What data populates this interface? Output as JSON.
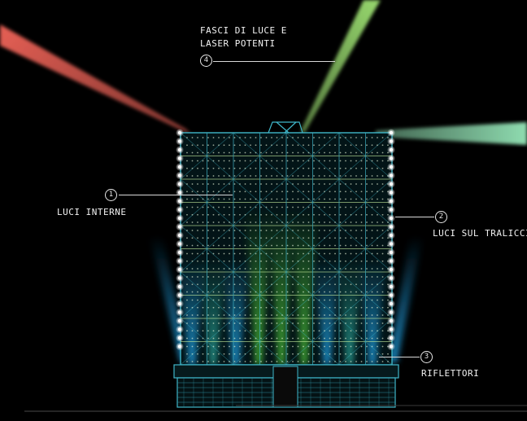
{
  "callouts": [
    {
      "number": "1",
      "label": "LUCI INTERNE"
    },
    {
      "number": "2",
      "label": "LUCI SUL TRALICCIO"
    },
    {
      "number": "3",
      "label": "RIFLETTORI"
    },
    {
      "number": "4",
      "label_line1": "FASCI DI LUCE E",
      "label_line2": "LASER POTENTI"
    }
  ],
  "colors": {
    "background": "#000000",
    "structure": "#3fb6c9",
    "laser_red": "#ff6a5e",
    "beam_green": "#a8f07a",
    "beam_mint": "#9ff5c4",
    "floodlight_blue": "#1f9fe0",
    "floodlight_green": "#4cc33a",
    "bulb": "#ffffff",
    "callout_text": "#f2f2f2"
  }
}
